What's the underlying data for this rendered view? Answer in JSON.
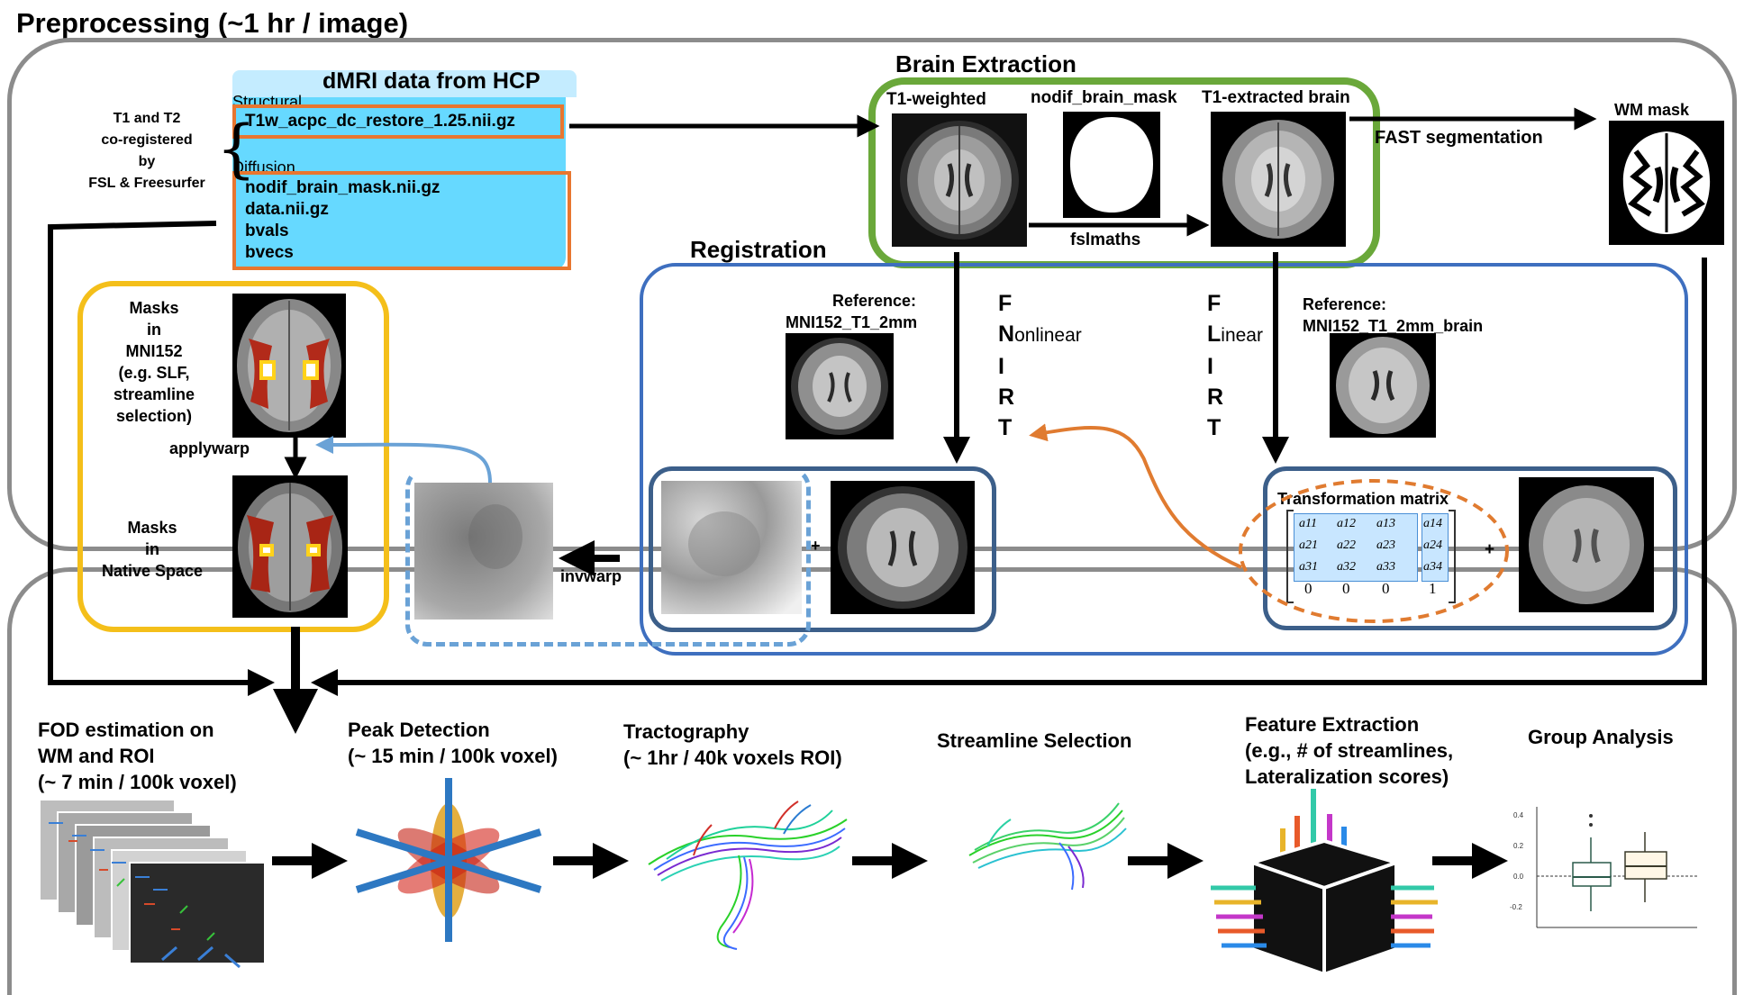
{
  "title": "Preprocessing (~1 hr / image)",
  "hcp": {
    "header": "dMRI data from HCP",
    "structural_label": "Structural",
    "structural_file": "T1w_acpc_dc_restore_1.25.nii.gz",
    "diffusion_label": "Diffusion",
    "diffusion_files": [
      "nodif_brain_mask.nii.gz",
      "data.nii.gz",
      "bvals",
      "bvecs"
    ],
    "coreg_note": [
      "T1 and T2",
      "co-registered",
      "by",
      "FSL & Freesurfer"
    ]
  },
  "brain_extraction": {
    "title": "Brain Extraction",
    "t1_label": "T1-weighted",
    "mask_label": "nodif_brain_mask",
    "extracted_label": "T1-extracted brain",
    "fslmaths": "fslmaths"
  },
  "wm": {
    "label": "WM mask",
    "fast": "FAST segmentation"
  },
  "registration": {
    "title": "Registration",
    "ref_left": [
      "Reference:",
      "MNI152_T1_2mm"
    ],
    "ref_right": [
      "Reference:",
      "MNI152_T1_2mm_brain"
    ],
    "fnirt_rest": "onlinear",
    "flirt_rest": "inear",
    "fnirt_letters": [
      "F",
      "N",
      "I",
      "R",
      "T"
    ],
    "flirt_letters": [
      "F",
      "L",
      "I",
      "R",
      "T"
    ],
    "transform_title": "Transformation matrix",
    "matrix": [
      [
        "a11",
        "a12",
        "a13",
        "a14"
      ],
      [
        "a21",
        "a22",
        "a23",
        "a24"
      ],
      [
        "a31",
        "a32",
        "a33",
        "a34"
      ]
    ],
    "matrix_bottom": [
      "0",
      "0",
      "0",
      "1"
    ],
    "plus": "+",
    "invwarp": "invwarp"
  },
  "masks": {
    "top": [
      "Masks",
      "in",
      "MNI152",
      "(e.g. SLF,",
      "streamline",
      "selection)"
    ],
    "applywarp": "applywarp",
    "bottom": [
      "Masks",
      "in",
      "Native Space"
    ]
  },
  "pipeline": {
    "steps": [
      {
        "lines": [
          "FOD estimation on",
          "WM and ROI",
          "(~ 7 min / 100k voxel)"
        ]
      },
      {
        "lines": [
          "Peak Detection",
          "(~ 15 min / 100k voxel)"
        ]
      },
      {
        "lines": [
          "Tractography",
          "(~ 1hr / 40k voxels ROI)"
        ]
      },
      {
        "lines": [
          "Streamline Selection"
        ]
      },
      {
        "lines": [
          "Feature Extraction",
          "(e.g., # of streamlines,",
          "Lateralization scores)"
        ]
      },
      {
        "lines": [
          "Group Analysis"
        ]
      }
    ],
    "boxplot": {
      "y_ticks": [
        "0.4",
        "0.2",
        "0.0",
        "-0.2"
      ]
    }
  },
  "colors": {
    "gray_border": "#8c8c8c",
    "green": "#6aa83a",
    "blue": "#3e6fbf",
    "navy": "#3c5f8a",
    "yellow": "#f4bf1a",
    "orange": "#e07b30",
    "light_blue": "#6aa2d6",
    "cyan_fill": "#66d9ff"
  }
}
